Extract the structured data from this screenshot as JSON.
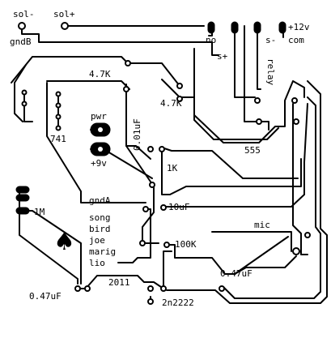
{
  "colors": {
    "trace": "#000000",
    "background": "#ffffff"
  },
  "labels": {
    "sol_minus": "sol-",
    "sol_plus": "sol+",
    "gndB": "gndB",
    "no": "no",
    "v12": "+12v",
    "s_plus": "s+",
    "s_minus": "s-",
    "com": "com",
    "relay": "relay",
    "r4k7_top": "4.7K",
    "r4k7_right": "4.7K",
    "pwr": "pwr",
    "c001": "0.01uF",
    "ic741": "741",
    "v9": "+9v",
    "ic555": "555",
    "r1k": "1K",
    "gndA": "gndA",
    "c10": "10uF",
    "r1m": "1M",
    "songs": [
      "song",
      "bird",
      "joe",
      "marig",
      "lio"
    ],
    "mic": "mic",
    "r100k": "100K",
    "c047_right": "0.47uF",
    "c047_left": "0.47uF",
    "chip2011": "2011",
    "transistor": "2n2222"
  },
  "icons": {
    "spade": "♠"
  }
}
